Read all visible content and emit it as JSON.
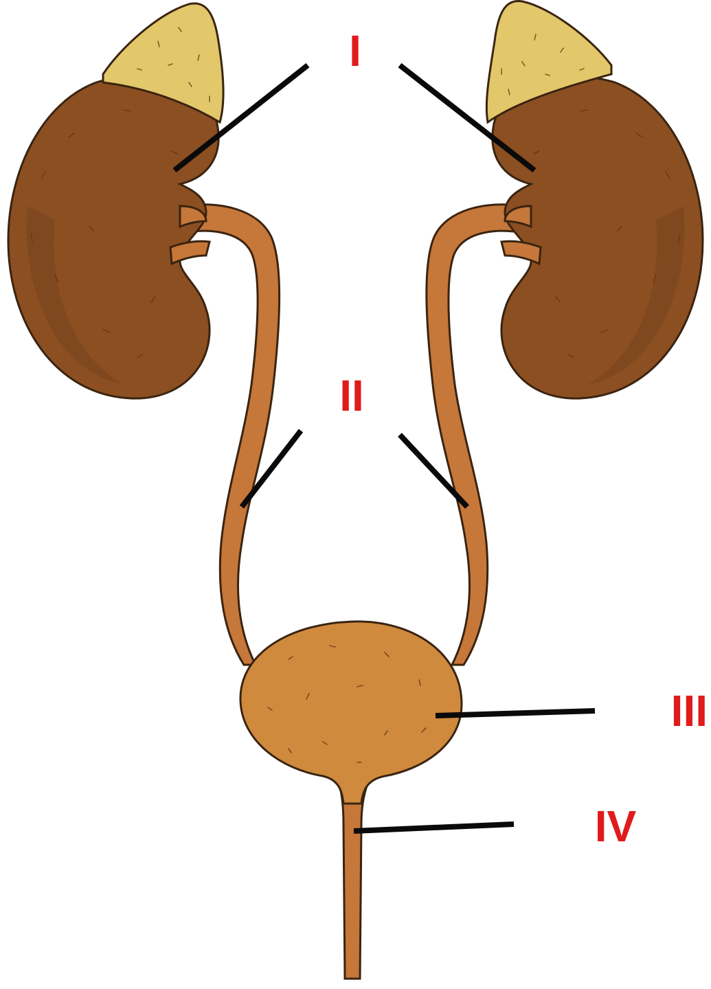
{
  "labels": {
    "kidney": "I",
    "ureter": "II",
    "bladder": "III",
    "urethra": "IV"
  },
  "colors": {
    "label": "#e01b1b",
    "kidney_fill": "#8b4f22",
    "kidney_shade": "#6e3b17",
    "adrenal_fill": "#e2c76b",
    "ureter_fill": "#c6773a",
    "bladder_fill": "#cf8a3e",
    "leader_line": "#0a0a0a"
  }
}
